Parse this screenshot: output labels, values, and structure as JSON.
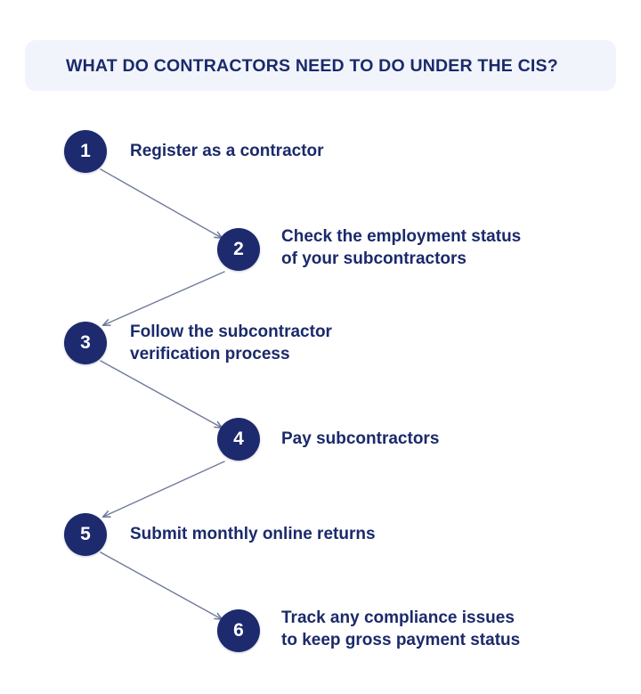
{
  "header": {
    "title": "WHAT DO CONTRACTORS NEED TO DO UNDER THE CIS?",
    "background_color": "#f1f5fb",
    "text_color": "#1b2a6b"
  },
  "theme": {
    "badge_color": "#1d2a6e",
    "badge_text_color": "#ffffff",
    "text_color": "#1b2a6b",
    "arrow_color": "#6f7a9b",
    "page_background": "#ffffff"
  },
  "steps": [
    {
      "number": "1",
      "label": "Register as a contractor"
    },
    {
      "number": "2",
      "label": "Check the employment status\nof your subcontractors"
    },
    {
      "number": "3",
      "label": "Follow the subcontractor\nverification process"
    },
    {
      "number": "4",
      "label": "Pay subcontractors"
    },
    {
      "number": "5",
      "label": "Submit monthly online returns"
    },
    {
      "number": "6",
      "label": "Track any compliance issues\nto keep gross payment status"
    }
  ],
  "connectors": [
    {
      "from": "1",
      "to": "2",
      "direction": "down-right"
    },
    {
      "from": "2",
      "to": "3",
      "direction": "down-left"
    },
    {
      "from": "3",
      "to": "4",
      "direction": "down-right"
    },
    {
      "from": "4",
      "to": "5",
      "direction": "down-left"
    },
    {
      "from": "5",
      "to": "6",
      "direction": "down-right"
    }
  ]
}
